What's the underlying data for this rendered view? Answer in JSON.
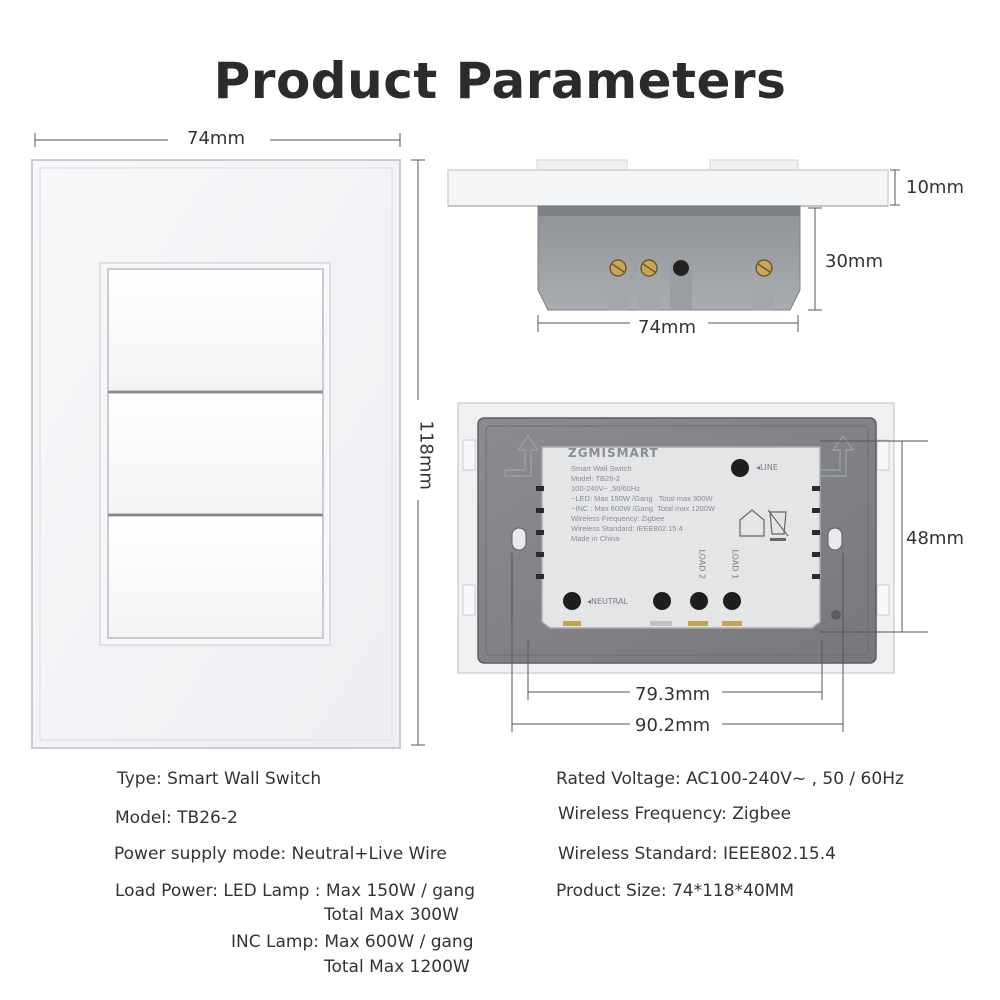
{
  "title": "Product Parameters",
  "dimensions": {
    "front_width": "74mm",
    "front_height": "118mm",
    "side_depth_plate": "10mm",
    "side_depth_body": "30mm",
    "side_width": "74mm",
    "back_module_height": "48mm",
    "back_inner_width": "79.3mm",
    "back_outer_width": "90.2mm"
  },
  "module_label": {
    "brand": "ZGMISMART",
    "line1": "Smart Wall Switch",
    "line2": "Model: TB26-2",
    "line3": "100-240V~ ,50/60Hz",
    "line4a": "~LED: Max 150W /Gang",
    "line4b": "Total max 300W",
    "line5a": "~INC : Max 600W /Gang",
    "line5b": "Total max 1200W",
    "line6": "Wireless Frequency: Zigbee",
    "line7": "Wireless Standard: IEEE802.15.4",
    "line8": "Made in China",
    "line_terminal": "LINE",
    "neutral_terminal": "NEUTRAL",
    "load2_terminal": "LOAD 2",
    "load1_terminal": "LOAD 1"
  },
  "specs_left": {
    "type": "Type: Smart Wall Switch",
    "model": "Model: TB26-2",
    "power_supply": "Power supply mode: Neutral+Live Wire",
    "load_power_led": "Load Power: LED Lamp : Max 150W / gang",
    "load_power_led_total": "Total Max 300W",
    "load_power_inc": "INC Lamp: Max 600W / gang",
    "load_power_inc_total": "Total Max 1200W"
  },
  "specs_right": {
    "rated_voltage": "Rated Voltage: AC100-240V~ , 50 / 60Hz",
    "wireless_frequency": "Wireless Frequency: Zigbee",
    "wireless_standard": "Wireless Standard: IEEE802.15.4",
    "product_size": "Product Size: 74*118*40MM"
  }
}
